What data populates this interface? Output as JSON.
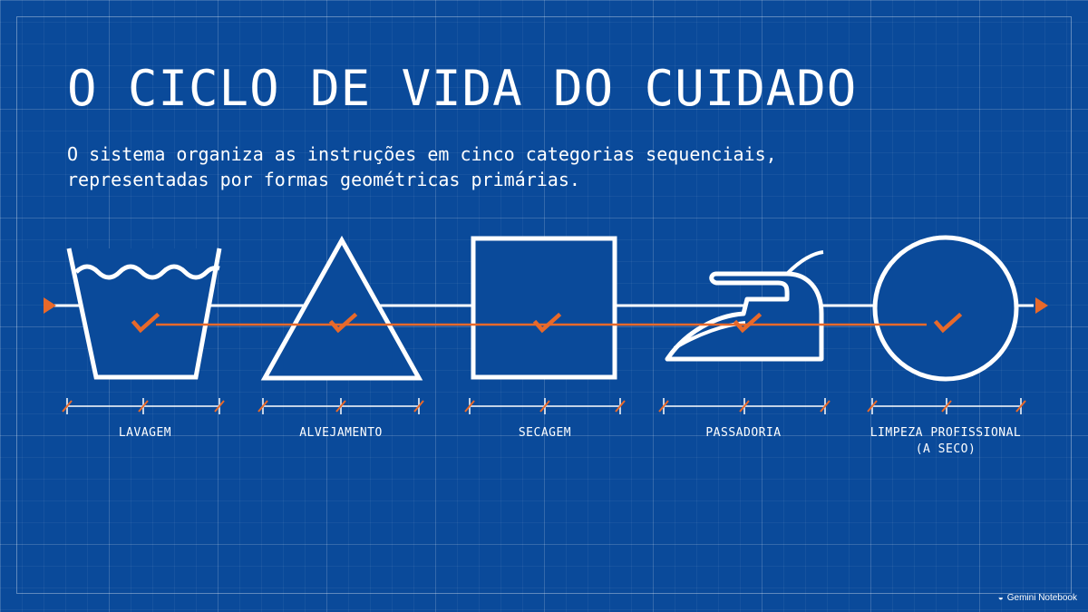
{
  "title": "O CICLO DE VIDA DO CUIDADO",
  "subtitle": {
    "line1": "O sistema organiza as instruções em cinco categorias sequenciais,",
    "line2": "representadas por formas geométricas primárias."
  },
  "categories": [
    {
      "label": "LAVAGEM",
      "icon": "washtub-icon"
    },
    {
      "label": "ALVEJAMENTO",
      "icon": "triangle-icon"
    },
    {
      "label": "SECAGEM",
      "icon": "square-icon"
    },
    {
      "label": "PASSADORIA",
      "icon": "iron-icon"
    },
    {
      "label_line1": "LIMPEZA PROFISSIONAL",
      "label_line2": "(A SECO)",
      "icon": "circle-icon"
    }
  ],
  "brand": "Gemini Notebook",
  "colors": {
    "background": "#0a4a9a",
    "line": "#ffffff",
    "accent": "#e8692a"
  }
}
